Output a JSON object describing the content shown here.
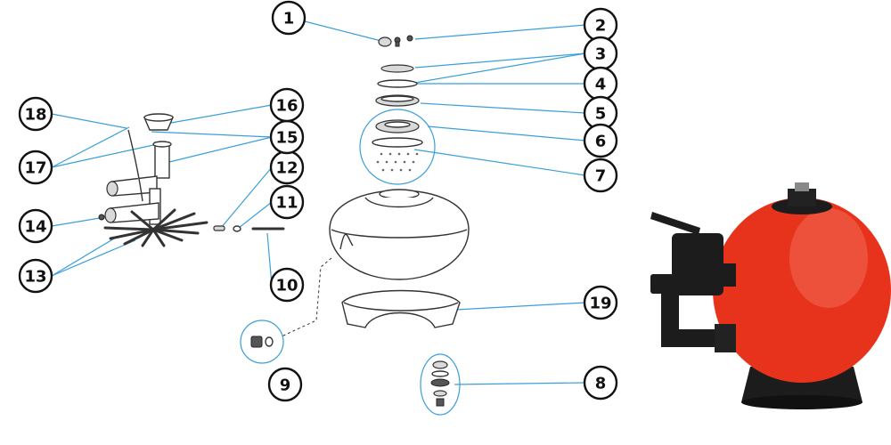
{
  "colors": {
    "leader_line": "#3a9fd8",
    "tank_red": "#e8331c",
    "valve_black": "#1c1c1c"
  },
  "callouts": [
    {
      "id": "c1",
      "label": "1"
    },
    {
      "id": "c2",
      "label": "2"
    },
    {
      "id": "c3",
      "label": "3"
    },
    {
      "id": "c4",
      "label": "4"
    },
    {
      "id": "c5",
      "label": "5"
    },
    {
      "id": "c6",
      "label": "6"
    },
    {
      "id": "c7",
      "label": "7"
    },
    {
      "id": "c8",
      "label": "8"
    },
    {
      "id": "c9",
      "label": "9"
    },
    {
      "id": "c10",
      "label": "10"
    },
    {
      "id": "c11",
      "label": "11"
    },
    {
      "id": "c12",
      "label": "12"
    },
    {
      "id": "c13",
      "label": "13"
    },
    {
      "id": "c14",
      "label": "14"
    },
    {
      "id": "c15",
      "label": "15"
    },
    {
      "id": "c16",
      "label": "16"
    },
    {
      "id": "c17",
      "label": "17"
    },
    {
      "id": "c18",
      "label": "18"
    },
    {
      "id": "c19",
      "label": "19"
    }
  ]
}
